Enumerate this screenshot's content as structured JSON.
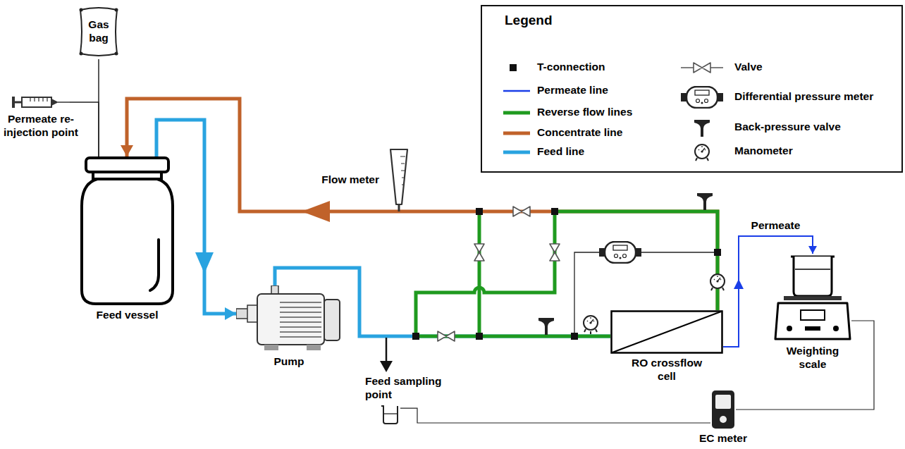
{
  "diagram": {
    "nodes": [
      {
        "text": [
          "Gas bag"
        ]
      },
      {
        "text": [
          "Feed vessel"
        ]
      },
      {
        "text": [
          "Pump"
        ]
      },
      {
        "text": [
          "RO crossflow cell"
        ]
      },
      {
        "text": [
          "Weighting scale"
        ]
      },
      {
        "text": [
          "EC meter"
        ]
      },
      {
        "text": [
          "Permeate re-injection point"
        ]
      },
      {
        "text": [
          "Flow meter"
        ]
      },
      {
        "text": [
          "Feed sampling point"
        ]
      }
    ],
    "edges": [
      {
        "from": 0,
        "to": 1,
        "arrow": "none"
      },
      {
        "from": 6,
        "to": 1,
        "arrow": "none"
      },
      {
        "from": 1,
        "to": 2,
        "arrow": "to"
      },
      {
        "from": 2,
        "to": 3,
        "arrow": "none"
      },
      {
        "from": 3,
        "to": 1,
        "arrow": "to"
      },
      {
        "from": 3,
        "to": 4,
        "label": "Permeate",
        "arrow": "to"
      },
      {
        "from": 5,
        "to": 4,
        "arrow": "none"
      },
      {
        "from": 5,
        "to": 8,
        "arrow": "none"
      }
    ],
    "labels": [
      "Legend"
    ],
    "legend": [
      {
        "text": "T-connection"
      },
      {
        "text": "Permeate line"
      },
      {
        "text": "Reverse flow lines"
      },
      {
        "text": "Concentrate line"
      },
      {
        "text": "Feed line"
      },
      {
        "text": "Valve"
      },
      {
        "text": "Differential pressure meter"
      },
      {
        "text": "Back-pressure valve"
      },
      {
        "text": "Manometer"
      }
    ]
  }
}
